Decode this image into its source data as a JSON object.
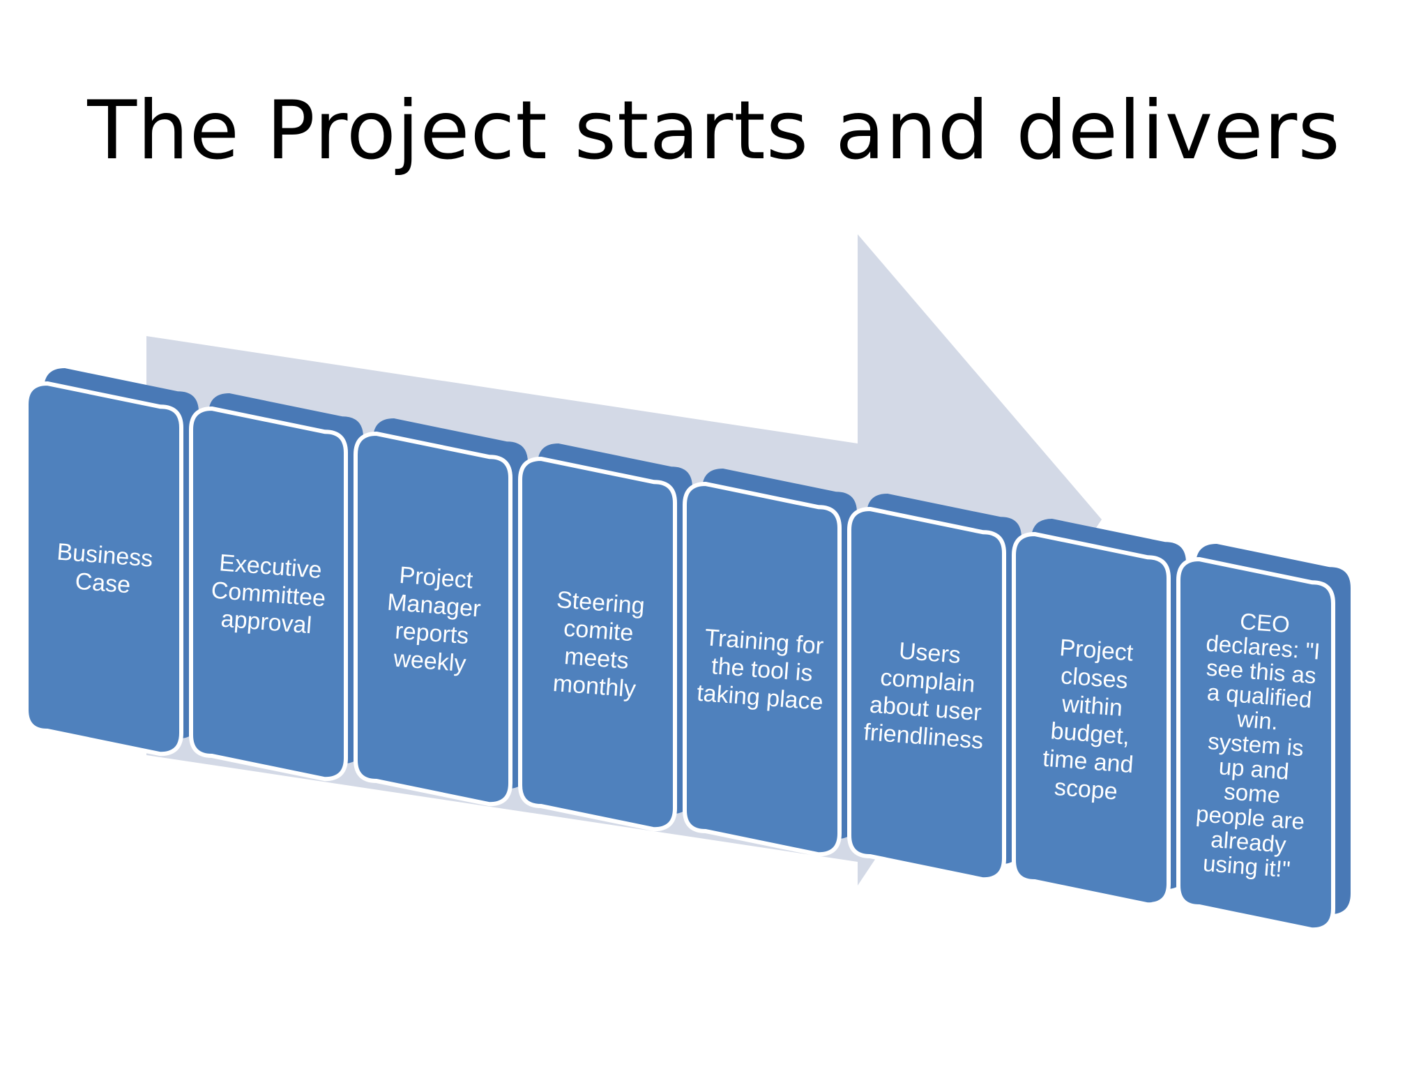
{
  "slide": {
    "title": "The Project starts and delivers"
  },
  "colors": {
    "arrow": "#d3d9e6",
    "box_fill": "#4f81bd",
    "box_back": "#4979b6",
    "box_border": "#ffffff",
    "text": "#ffffff"
  },
  "steps": [
    {
      "lines": [
        "Business",
        "Case"
      ]
    },
    {
      "lines": [
        "Executive",
        "Committee",
        "approval"
      ]
    },
    {
      "lines": [
        "Project",
        "Manager",
        "reports",
        "weekly"
      ]
    },
    {
      "lines": [
        "Steering",
        "comite",
        "meets",
        "monthly"
      ]
    },
    {
      "lines": [
        "Training for",
        "the tool is",
        "taking place"
      ]
    },
    {
      "lines": [
        "Users",
        "complain",
        "about user",
        "friendliness"
      ]
    },
    {
      "lines": [
        "Project",
        "closes",
        "within",
        "budget,",
        "time and",
        "scope"
      ]
    },
    {
      "lines": [
        "CEO",
        "declares: \"I",
        "see this as",
        "a qualified",
        "win.",
        "system is",
        "up and",
        "some",
        "people are",
        "already",
        "using it!\""
      ]
    }
  ]
}
